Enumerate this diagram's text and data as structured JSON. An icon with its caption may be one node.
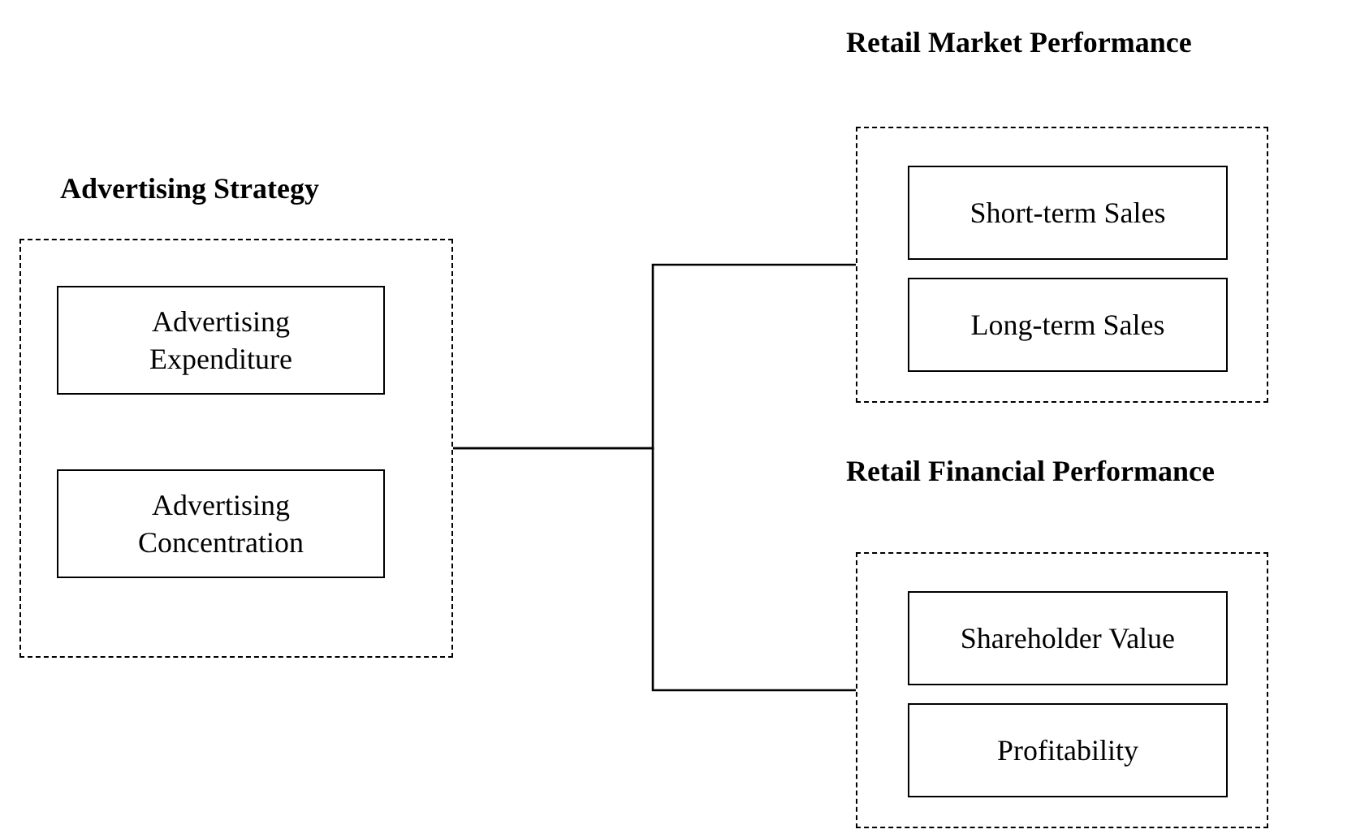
{
  "diagram": {
    "nodes": [
      {
        "text": [
          "Advertising Strategy"
        ]
      },
      {
        "text": [
          "Advertising Expenditure"
        ],
        "in": 0
      },
      {
        "text": [
          "Advertising Concentration"
        ],
        "in": 0
      },
      {
        "text": [
          "Retail Market Performance"
        ]
      },
      {
        "text": [
          "Short-term Sales"
        ],
        "in": 3
      },
      {
        "text": [
          "Long-term Sales"
        ],
        "in": 3
      },
      {
        "text": [
          "Retail Financial Performance"
        ]
      },
      {
        "text": [
          "Shareholder Value"
        ],
        "in": 6
      },
      {
        "text": [
          "Profitability"
        ],
        "in": 6
      }
    ],
    "edges": [
      {
        "from": 0,
        "to": 3,
        "arrow": "none"
      },
      {
        "from": 0,
        "to": 6,
        "arrow": "none"
      }
    ]
  }
}
